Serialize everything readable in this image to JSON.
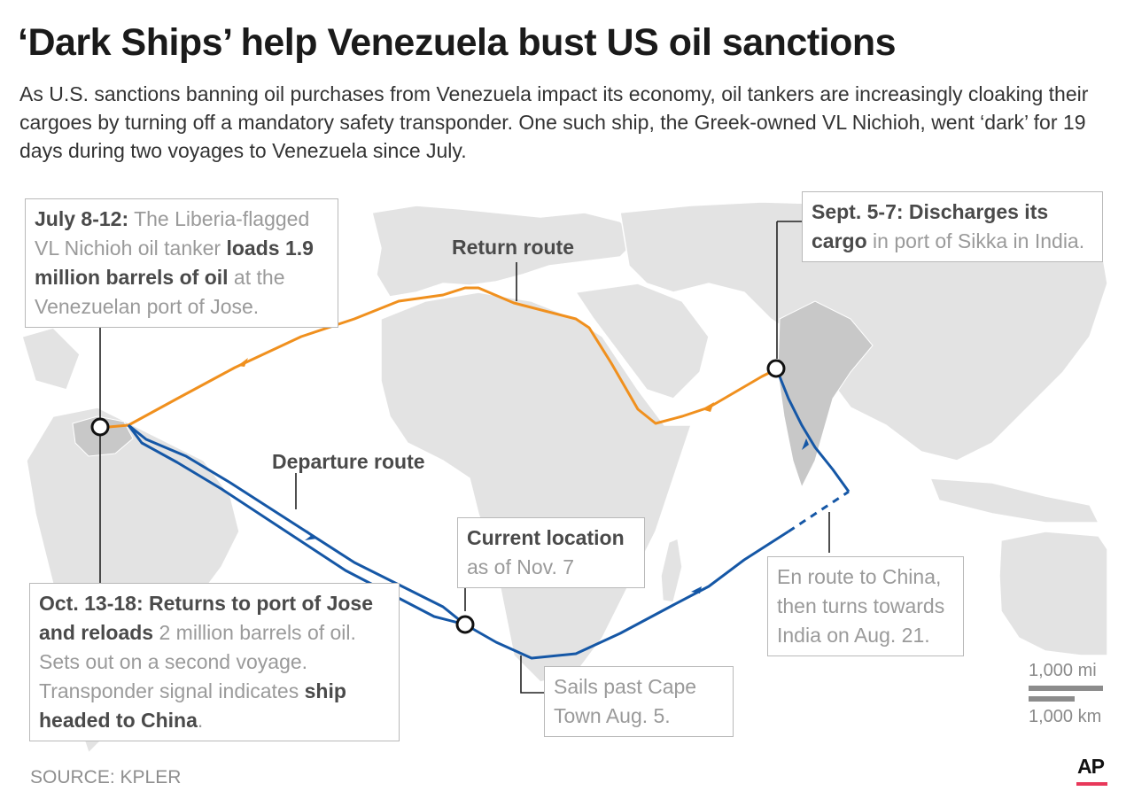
{
  "header": {
    "title": "‘Dark Ships’ help Venezuela bust US oil sanctions",
    "subtitle": "As U.S. sanctions banning oil purchases from Venezuela impact its economy, oil tankers are increasingly cloaking their cargoes by turning off a mandatory safety transponder. One such ship, the Greek-owned VL Nichioh, went ‘dark’ for 19 days during two voyages to Venezuela since July."
  },
  "colors": {
    "return_route": "#f0901e",
    "departure_route": "#1557a6",
    "land": "#e3e3e3",
    "highlight_land": "#c8c8c8",
    "ap_accent": "#e8385a"
  },
  "routes": {
    "return_label": "Return route",
    "departure_label": "Departure route"
  },
  "annotations": {
    "july": {
      "date": "July 8-12:",
      "text1": " The Liberia-flagged VL Nichioh oil tanker ",
      "bold1": "loads 1.9 million barrels of oil",
      "text2": " at the Venezuelan port of Jose."
    },
    "sept": {
      "bold1": "Sept. 5-7: Discharges its cargo",
      "text1": " in port of Sikka in India."
    },
    "oct": {
      "bold1": "Oct. 13-18: Returns to port of Jose and reloads",
      "text1": " 2 million barrels of oil. Sets out on a second voyage. Transponder signal indicates ",
      "bold2": "ship headed to China",
      "text2": "."
    },
    "current": {
      "bold1": "Current location",
      "text1": "as of Nov. 7"
    },
    "cape": {
      "text1": "Sails past Cape Town Aug. 5."
    },
    "china": {
      "text1": "En route to China, then turns towards India on Aug. 21."
    }
  },
  "scale": {
    "miles": "1,000 mi",
    "km": "1,000 km"
  },
  "footer": {
    "source": "SOURCE: KPLER",
    "logo": "AP"
  }
}
